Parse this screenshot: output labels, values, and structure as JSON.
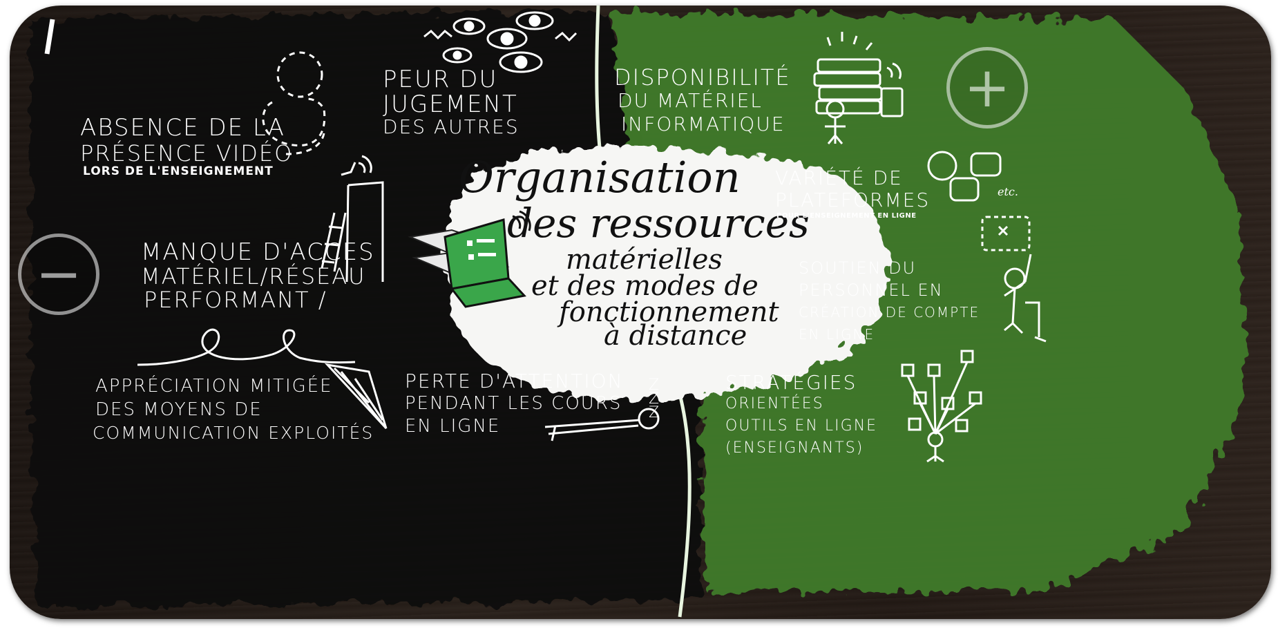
{
  "center": {
    "title_1": "Organisation",
    "title_2": "des ressources",
    "subtitle_1": "matérielles",
    "subtitle_2": "et des modes de",
    "subtitle_3": "fonctionnement",
    "subtitle_4": "à distance"
  },
  "negatives": {
    "fear": [
      "PEUR DU",
      "JUGEMENT",
      "DES AUTRES"
    ],
    "video": [
      "ABSENCE DE LA",
      "PRÉSENCE VIDÉO",
      "LORS DE L'ENSEIGNEMENT"
    ],
    "access": [
      "MANQUE D'ACCES",
      "MATÉRIEL/RÉSEAU",
      "PERFORMANT /"
    ],
    "appreciation": [
      "APPRÉCIATION MITIGÉE",
      "DES MOYENS DE",
      "COMMUNICATION EXPLOITÉS"
    ],
    "attention": [
      "PERTE D'ATTENTION",
      "PENDANT LES COURS",
      "EN LIGNE"
    ],
    "zzz": "Z Z Z"
  },
  "positives": {
    "availability": [
      "DISPONIBILITÉ",
      "DU MATÉRIEL",
      "INFORMATIQUE"
    ],
    "platforms": [
      "VARIÉTÉ DE",
      "PLATEFORMES",
      "POUR L'ENSEIGNEMENT EN LIGNE"
    ],
    "platforms_etc": "etc.",
    "support": [
      "SOUTIEN DU",
      "PERSONNEL EN",
      "CRÉATION DE COMPTE",
      "EN LIGNE"
    ],
    "strategies": [
      "STRATÉGIES",
      "ORIENTÉES",
      "OUTILS EN LIGNE",
      "(ENSEIGNANTS)"
    ]
  },
  "controls": {
    "minus": "−",
    "plus": "+"
  },
  "colors": {
    "green_zone": "#3f7a2c",
    "green_laptop": "#3aa64a",
    "chalk": "#ffffff",
    "board": "#241b16"
  }
}
